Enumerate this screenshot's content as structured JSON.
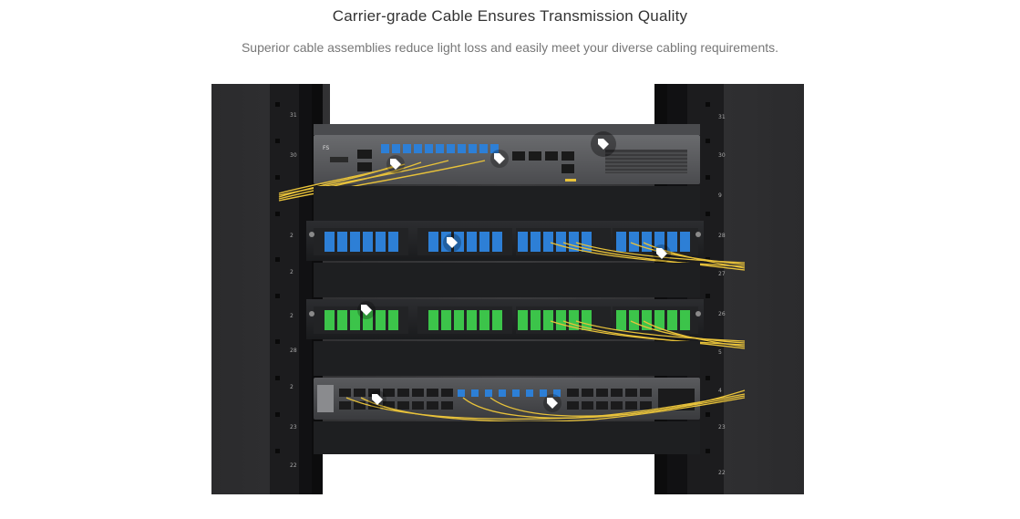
{
  "header": {
    "title": "Carrier-grade Cable Ensures Transmission Quality",
    "subtitle": "Superior cable assemblies reduce light loss and easily meet your diverse cabling requirements."
  },
  "colors": {
    "accent_blue": "#2d7fd6",
    "accent_green": "#3cc44a",
    "cable_yellow": "#e8c23a",
    "rack_dark": "#1e1e20"
  },
  "rack": {
    "rail_numbers_left": [
      "31",
      "30",
      "2",
      "2",
      "2",
      "28",
      "2",
      "23",
      "22"
    ],
    "rail_numbers_right": [
      "31",
      "30",
      "9",
      "28",
      "27",
      "26",
      "5",
      "4",
      "23",
      "22"
    ],
    "device_logo": "FS"
  },
  "hotspots": [
    {
      "name": "tag-hotspot-top-unit-ports",
      "icon": "tag-icon"
    },
    {
      "name": "tag-hotspot-top-unit-modules",
      "icon": "tag-icon"
    },
    {
      "name": "tag-hotspot-top-unit-fans",
      "icon": "tag-icon"
    },
    {
      "name": "tag-hotspot-blue-panel-center",
      "icon": "tag-icon"
    },
    {
      "name": "tag-hotspot-blue-panel-right",
      "icon": "tag-icon"
    },
    {
      "name": "tag-hotspot-green-panel-left",
      "icon": "tag-icon"
    },
    {
      "name": "tag-hotspot-switch-left",
      "icon": "tag-icon"
    },
    {
      "name": "tag-hotspot-switch-center",
      "icon": "tag-icon"
    }
  ]
}
